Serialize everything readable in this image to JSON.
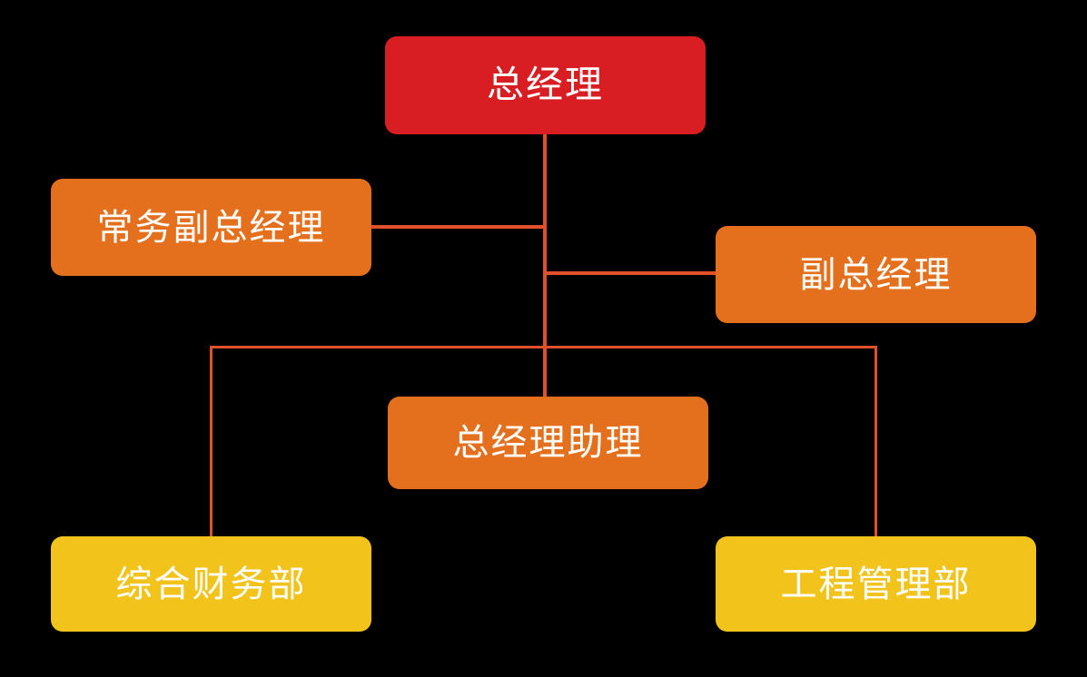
{
  "chart_data": {
    "type": "diagram",
    "subtype": "organization-chart",
    "title": "",
    "background_color": "#000000",
    "connector_color": "#E0502A",
    "levels": [
      {
        "level": 1,
        "color": "#D81E22",
        "label": "top"
      },
      {
        "level": 2,
        "color": "#E4701E",
        "label": "middle"
      },
      {
        "level": 3,
        "color": "#F2C31B",
        "label": "bottom"
      }
    ],
    "nodes": [
      {
        "id": "gm",
        "text": "总经理",
        "level": 1,
        "color": "#D81E22",
        "text_color": "#FFFFFF"
      },
      {
        "id": "exec_dgm",
        "text": "常务副总经理",
        "level": 2,
        "color": "#E4701E",
        "text_color": "#FFFFFF"
      },
      {
        "id": "dgm",
        "text": "副总经理",
        "level": 2,
        "color": "#E4701E",
        "text_color": "#FFFFFF"
      },
      {
        "id": "gm_asst",
        "text": "总经理助理",
        "level": 2,
        "color": "#E4701E",
        "text_color": "#FFFFFF"
      },
      {
        "id": "finance",
        "text": "综合财务部",
        "level": 3,
        "color": "#F2C31B",
        "text_color": "#FFFFFF"
      },
      {
        "id": "eng",
        "text": "工程管理部",
        "level": 3,
        "color": "#F2C31B",
        "text_color": "#FFFFFF"
      }
    ],
    "edges": [
      {
        "from": "gm",
        "to": "exec_dgm"
      },
      {
        "from": "gm",
        "to": "dgm"
      },
      {
        "from": "gm",
        "to": "gm_asst"
      },
      {
        "from": "gm",
        "to": "finance"
      },
      {
        "from": "gm",
        "to": "eng"
      }
    ]
  },
  "nodes": {
    "gm": {
      "label": "总经理"
    },
    "exec_dgm": {
      "label": "常务副总经理"
    },
    "dgm": {
      "label": "副总经理"
    },
    "gm_asst": {
      "label": "总经理助理"
    },
    "finance": {
      "label": "综合财务部"
    },
    "eng": {
      "label": "工程管理部"
    }
  }
}
